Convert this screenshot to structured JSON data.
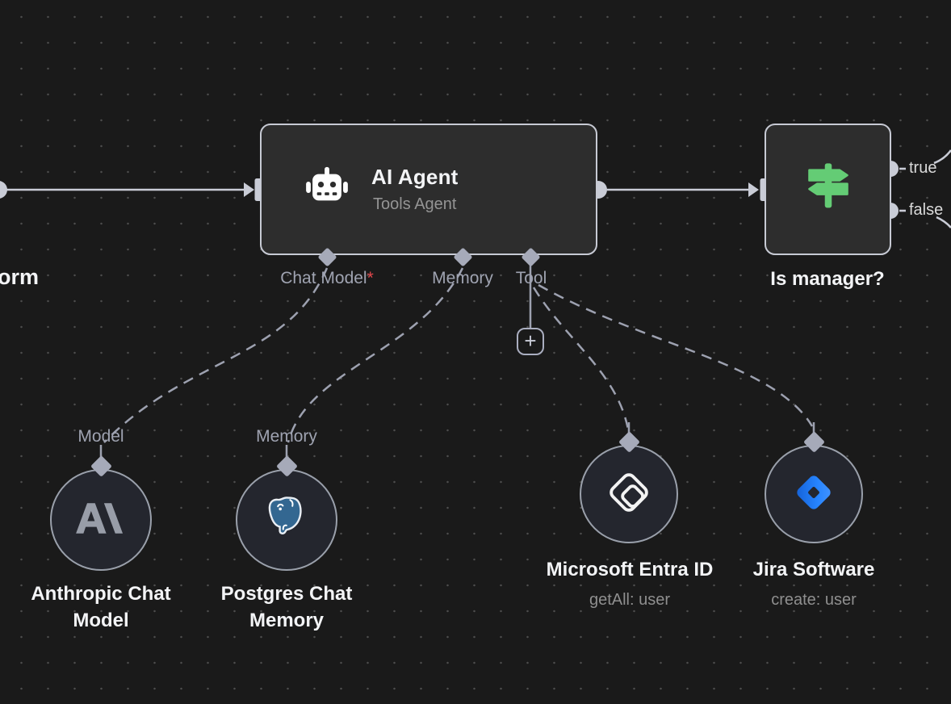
{
  "canvas": {
    "background": "#1a1a1a",
    "dot_color": "#4d4d4d"
  },
  "trigger": {
    "partial_label": "orm"
  },
  "agent": {
    "title": "AI Agent",
    "subtitle": "Tools Agent",
    "ports": {
      "chat_model": {
        "label": "Chat Model",
        "required_marker": "*"
      },
      "memory": {
        "label": "Memory"
      },
      "tool": {
        "label": "Tool"
      }
    }
  },
  "plus_button": {
    "label": "+"
  },
  "switch": {
    "title": "Is manager?",
    "outputs": {
      "true_label": "true",
      "false_label": "false"
    }
  },
  "subnodes": {
    "anthropic": {
      "port_label": "Model",
      "title_line1": "Anthropic Chat",
      "title_line2": "Model"
    },
    "postgres": {
      "port_label": "Memory",
      "title_line1": "Postgres Chat",
      "title_line2": "Memory"
    },
    "entra": {
      "title": "Microsoft Entra ID",
      "subtitle": "getAll: user"
    },
    "jira": {
      "title": "Jira Software",
      "subtitle": "create: user"
    }
  },
  "colors": {
    "node_border": "#c7cad4",
    "node_fill": "#2d2d2d",
    "wire": "#c9ccd6",
    "dashed_wire": "#9da1b0",
    "accent_green": "#64cc75",
    "required_red": "#e5484d",
    "circle_fill": "#24262e",
    "circle_border": "#9aa0ab",
    "jira_blue": "#2684ff",
    "postgres_blue": "#336791",
    "anthropic_gray": "#989da8"
  }
}
